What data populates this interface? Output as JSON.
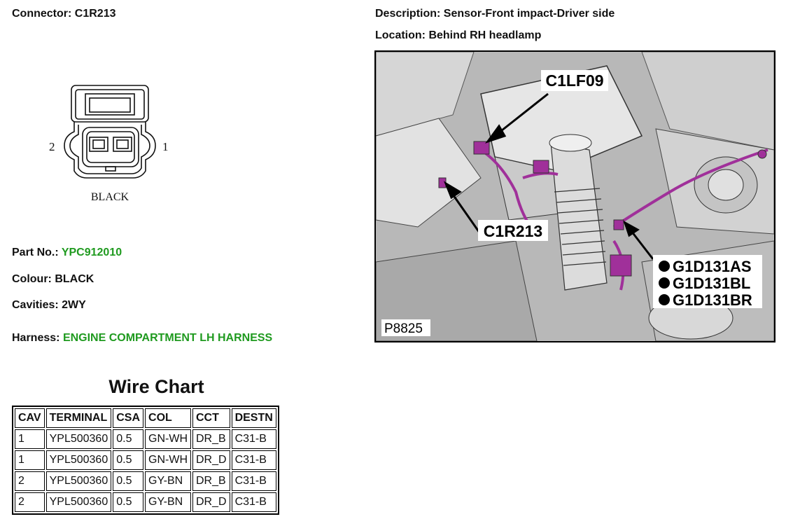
{
  "connector": {
    "label": "Connector:",
    "value": "C1R213"
  },
  "description": {
    "label": "Description:",
    "value": "Sensor-Front impact-Driver side"
  },
  "location": {
    "label": "Location:",
    "value": "Behind RH headlamp"
  },
  "part_no": {
    "label": "Part No.:",
    "value": "YPC912010"
  },
  "colour": {
    "label": "Colour:",
    "value": "BLACK"
  },
  "cavities": {
    "label": "Cavities:",
    "value": "2WY"
  },
  "harness": {
    "label": "Harness:",
    "value": "ENGINE COMPARTMENT LH HARNESS"
  },
  "diagram": {
    "pin_left": "2",
    "pin_right": "1",
    "caption": "BLACK"
  },
  "photo": {
    "callouts": [
      "C1LF09",
      "C1R213"
    ],
    "ground_labels": [
      "G1D131AS",
      "G1D131BL",
      "G1D131BR"
    ],
    "ref": "P8825"
  },
  "wire_chart": {
    "title": "Wire Chart",
    "headers": [
      "CAV",
      "TERMINAL",
      "CSA",
      "COL",
      "CCT",
      "DESTN"
    ],
    "rows": [
      [
        "1",
        "YPL500360",
        "0.5",
        "GN-WH",
        "DR_B",
        "C31-B"
      ],
      [
        "1",
        "YPL500360",
        "0.5",
        "GN-WH",
        "DR_D",
        "C31-B"
      ],
      [
        "2",
        "YPL500360",
        "0.5",
        "GY-BN",
        "DR_B",
        "C31-B"
      ],
      [
        "2",
        "YPL500360",
        "0.5",
        "GY-BN",
        "DR_D",
        "C31-B"
      ]
    ]
  },
  "colors": {
    "harness_green": "#1f9a1f",
    "connector_purple": "#a0309a"
  }
}
